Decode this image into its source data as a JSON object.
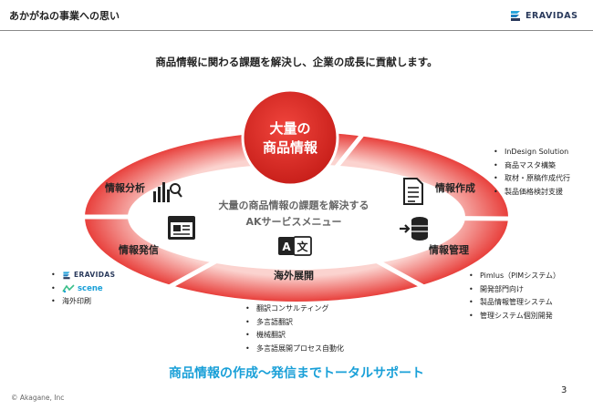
{
  "header": {
    "title": "あかがねの事業への思い",
    "logo_text": "ERAVIDAS"
  },
  "headline": "商品情報に関わる課題を解決し、企業の成長に貢献します。",
  "diagram": {
    "center_top": [
      "大量の",
      "商品情報"
    ],
    "center_caption": [
      "大量の商品情報の課題を解決する",
      "AKサービスメニュー"
    ],
    "segments": {
      "analysis": "情報分析",
      "creation": "情報作成",
      "distribution": "情報発信",
      "management": "情報管理",
      "overseas": "海外展開"
    },
    "colors": {
      "ring": "#e8403c",
      "ring_light": "#f8b8b3",
      "circle": "#de2d26"
    }
  },
  "bullets": {
    "creation": [
      "InDesign Solution",
      "商品マスタ構築",
      "取材・原稿作成代行",
      "製品価格検討支援"
    ],
    "management": [
      "Pimlus（PIMシステム）",
      "開発部門向け",
      "製品情報管理システム",
      "管理システム個別開発"
    ],
    "overseas": [
      "翻訳コンサルティング",
      "多言語翻訳",
      "機械翻訳",
      "多言語展開プロセス自動化"
    ],
    "distribution": {
      "logo_text": "ERAVIDAS",
      "scene_text": "scene",
      "item": "海外印刷"
    }
  },
  "footer": {
    "tagline": "商品情報の作成～発信までトータルサポート",
    "copyright": "© Akagane, Inc",
    "page": "3"
  }
}
